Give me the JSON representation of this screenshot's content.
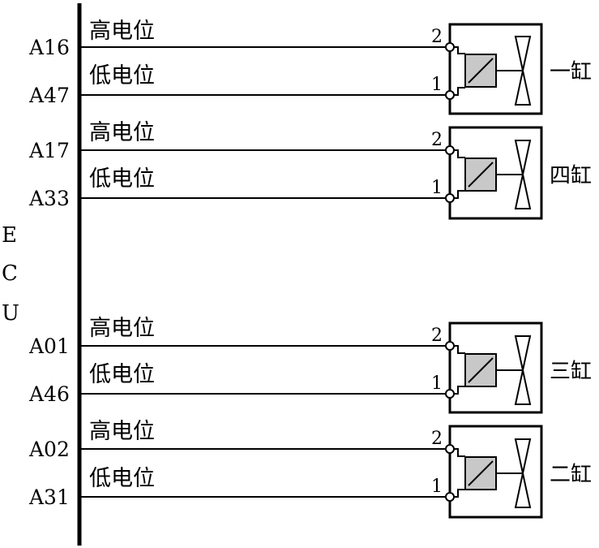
{
  "ecu": {
    "letters": [
      "E",
      "C",
      "U"
    ]
  },
  "channels": [
    {
      "high_pin": "A16",
      "low_pin": "A47",
      "high_label": "高电位",
      "low_label": "低电位",
      "term_high": "2",
      "term_low": "1",
      "cylinder": "一缸"
    },
    {
      "high_pin": "A17",
      "low_pin": "A33",
      "high_label": "高电位",
      "low_label": "低电位",
      "term_high": "2",
      "term_low": "1",
      "cylinder": "四缸"
    },
    {
      "high_pin": "A01",
      "low_pin": "A46",
      "high_label": "高电位",
      "low_label": "低电位",
      "term_high": "2",
      "term_low": "1",
      "cylinder": "三缸"
    },
    {
      "high_pin": "A02",
      "low_pin": "A31",
      "high_label": "高电位",
      "low_label": "低电位",
      "term_high": "2",
      "term_low": "1",
      "cylinder": "二缸"
    }
  ]
}
